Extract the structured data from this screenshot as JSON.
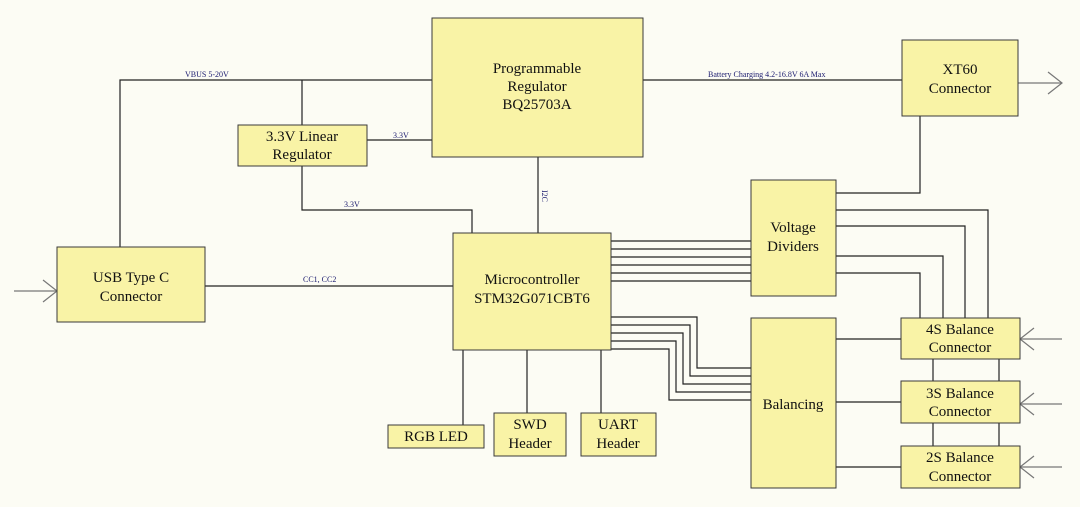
{
  "blocks": {
    "regulator": [
      "Programmable",
      "Regulator",
      "BQ25703A"
    ],
    "xt60": [
      "XT60",
      "Connector"
    ],
    "linear": [
      "3.3V Linear",
      "Regulator"
    ],
    "usb": [
      "USB Type C",
      "Connector"
    ],
    "mcu": [
      "Microcontroller",
      "STM32G071CBT6"
    ],
    "dividers": [
      "Voltage",
      "Dividers"
    ],
    "balancing": [
      "Balancing"
    ],
    "bal4s": [
      "4S Balance",
      "Connector"
    ],
    "bal3s": [
      "3S Balance",
      "Connector"
    ],
    "bal2s": [
      "2S Balance",
      "Connector"
    ],
    "rgb": [
      "RGB LED"
    ],
    "swd": [
      "SWD",
      "Header"
    ],
    "uart": [
      "UART",
      "Header"
    ]
  },
  "labels": {
    "vbus": "VBUS 5-20V",
    "battery": "Battery Charging 4.2-16.8V 6A Max",
    "v33_reg": "3.3V",
    "v33_mcu": "3.3V",
    "i2c": "I2C",
    "cc": "CC1, CC2"
  }
}
